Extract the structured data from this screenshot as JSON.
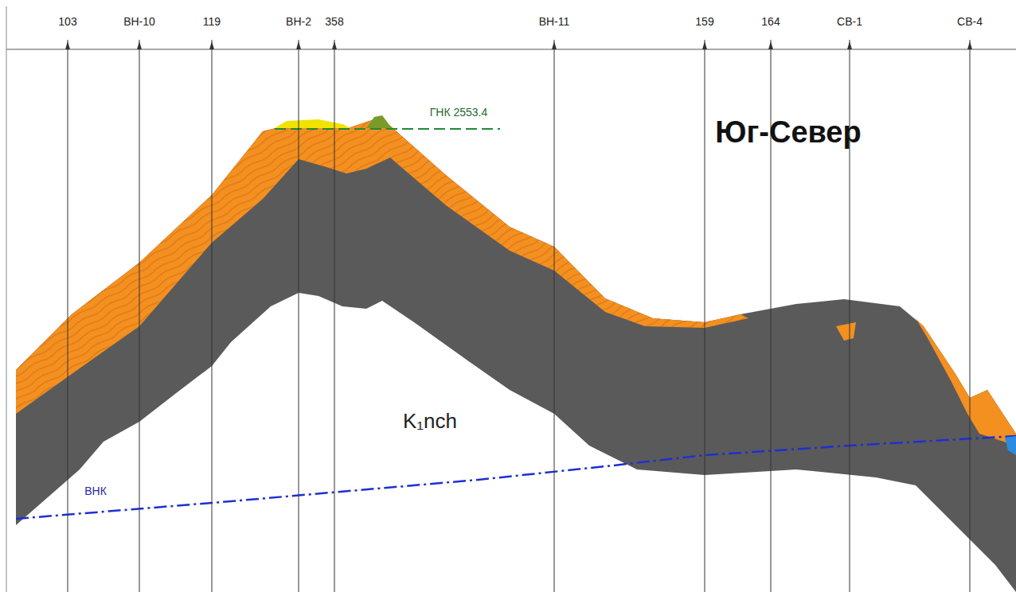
{
  "diagram": {
    "title": "Юг-Север",
    "labels": [
      "103",
      "ВН-10",
      "119",
      "ВН-2",
      "358",
      "ВН-11",
      "159",
      "164",
      "СВ-1",
      "СВ-4",
      "ГНК 2553.4",
      "K₁nch",
      "ВНК"
    ]
  }
}
